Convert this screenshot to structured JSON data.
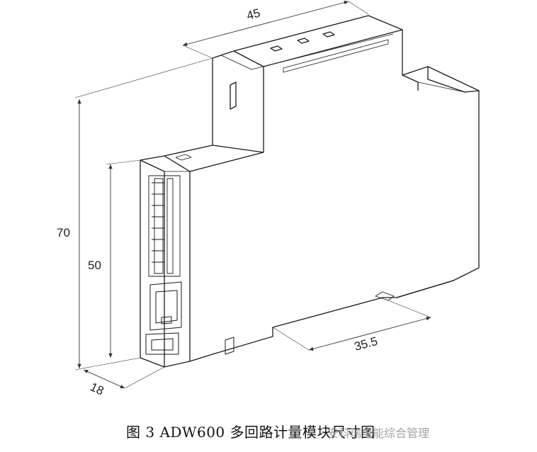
{
  "dimensions": {
    "width_top": "45",
    "height_total": "70",
    "height_front": "50",
    "depth_front": "18",
    "rail_length": "35.5"
  },
  "caption": {
    "text": "图 3 ADW600 多回路计量模块尺寸图",
    "watermark": "安科瑞电能综合管理"
  },
  "colors": {
    "line": "#1a1a1a",
    "dimension": "#333333",
    "watermark": "#9a9a9a"
  }
}
